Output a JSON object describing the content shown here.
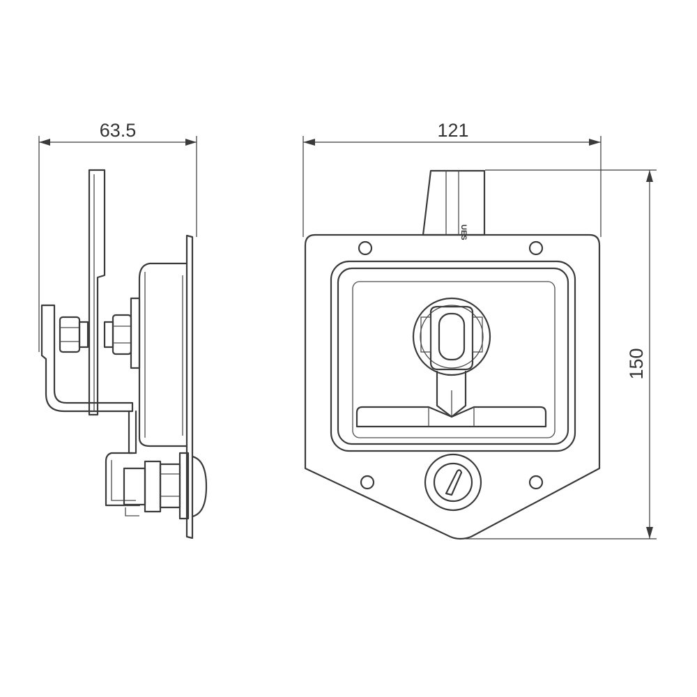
{
  "dimensions": {
    "side_depth": "63.5",
    "front_width": "121",
    "front_height": "150"
  },
  "labels": {
    "handle_stamp": "UES"
  },
  "colors": {
    "line": "#3a3a3a",
    "background": "#ffffff"
  }
}
